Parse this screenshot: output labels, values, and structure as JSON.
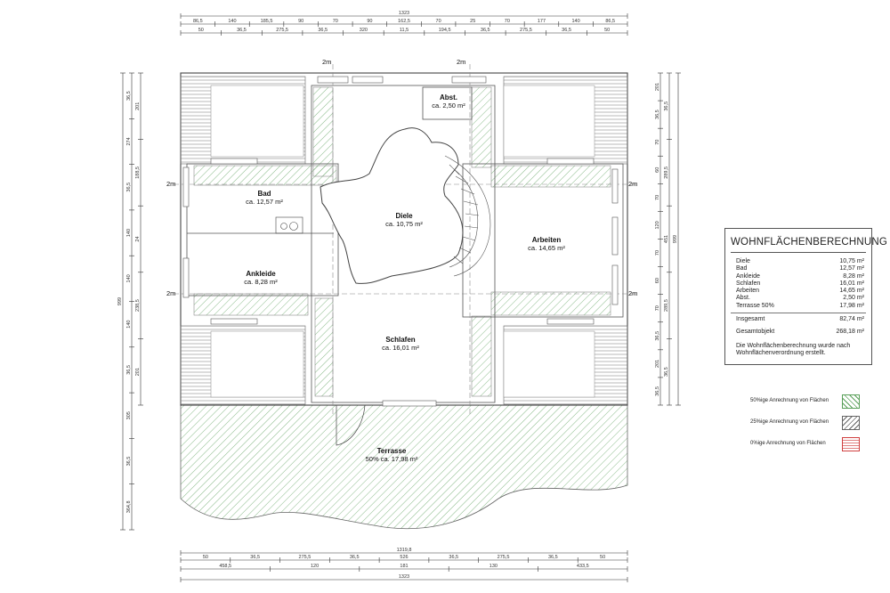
{
  "dimensions": {
    "top_total": "1323",
    "top_row2": [
      "86,5",
      "140",
      "185,5",
      "90",
      "70",
      "90",
      "162,5",
      "70",
      "25",
      "70",
      "177",
      "140",
      "86,5"
    ],
    "top_row3": [
      "50",
      "36,5",
      "275,5",
      "36,5",
      "320",
      "11,5",
      "194,5",
      "36,5",
      "275,5",
      "36,5",
      "50"
    ],
    "bottom_total1": "1319,8",
    "bottom_row2": [
      "50",
      "36,5",
      "275,5",
      "36,5",
      "526",
      "36,5",
      "275,5",
      "36,5",
      "50"
    ],
    "bottom_row3": [
      "458,5",
      "120",
      "181",
      "130",
      "433,5"
    ],
    "bottom_total2": "1323",
    "left_outer": [
      "36,5",
      "274",
      "36,5",
      "140",
      "140",
      "140",
      "36,5",
      "305",
      "36,5",
      "364,8"
    ],
    "left_inner": [
      "201",
      "188,5",
      "24",
      "238,5",
      "201"
    ],
    "left_total": "999",
    "right_inner": [
      "201",
      "36,5",
      "70",
      "60",
      "70",
      "120",
      "70",
      "60",
      "70",
      "36,5",
      "201",
      "36,5"
    ],
    "right_outer": [
      "36,5",
      "289,5",
      "451",
      "289,5",
      "36,5"
    ],
    "right_total": "999"
  },
  "axis_labels": {
    "two_m": "2m"
  },
  "rooms": [
    {
      "name": "Abst.",
      "area": "ca. 2,50 m²"
    },
    {
      "name": "Bad",
      "area": "ca. 12,57 m²"
    },
    {
      "name": "Diele",
      "area": "ca. 10,75 m²"
    },
    {
      "name": "Arbeiten",
      "area": "ca. 14,65 m²"
    },
    {
      "name": "Ankleide",
      "area": "ca. 8,28 m²"
    },
    {
      "name": "Schlafen",
      "area": "ca. 16,01 m²"
    },
    {
      "name": "Terrasse",
      "area": "50% ca. 17,98 m²"
    }
  ],
  "wohnflaeche": {
    "title": "WOHNFLÄCHENBERECHNUNG",
    "rows": [
      {
        "label": "Diele",
        "value": "10,75 m²"
      },
      {
        "label": "Bad",
        "value": "12,57 m²"
      },
      {
        "label": "Ankleide",
        "value": "8,28 m²"
      },
      {
        "label": "Schlafen",
        "value": "16,01 m²"
      },
      {
        "label": "Arbeiten",
        "value": "14,65 m²"
      },
      {
        "label": "Abst.",
        "value": "2,50 m²"
      },
      {
        "label": "Terrasse 50%",
        "value": "17,98 m²"
      }
    ],
    "total_label": "Insgesamt",
    "total_value": "82,74 m²",
    "objekt_label": "Gesamtobjekt",
    "objekt_value": "268,18 m²",
    "note": "Die Wohnflächenberechnung wurde nach Wohnflächenverordnung erstellt."
  },
  "legend": [
    {
      "label": "50%ige Anrechnung von Flächen",
      "color": "#5aa05a"
    },
    {
      "label": "25%ige Anrechnung von Flächen",
      "color": "#666666"
    },
    {
      "label": "0%ige Anrechnung von Flächen",
      "color": "#d04040"
    }
  ]
}
